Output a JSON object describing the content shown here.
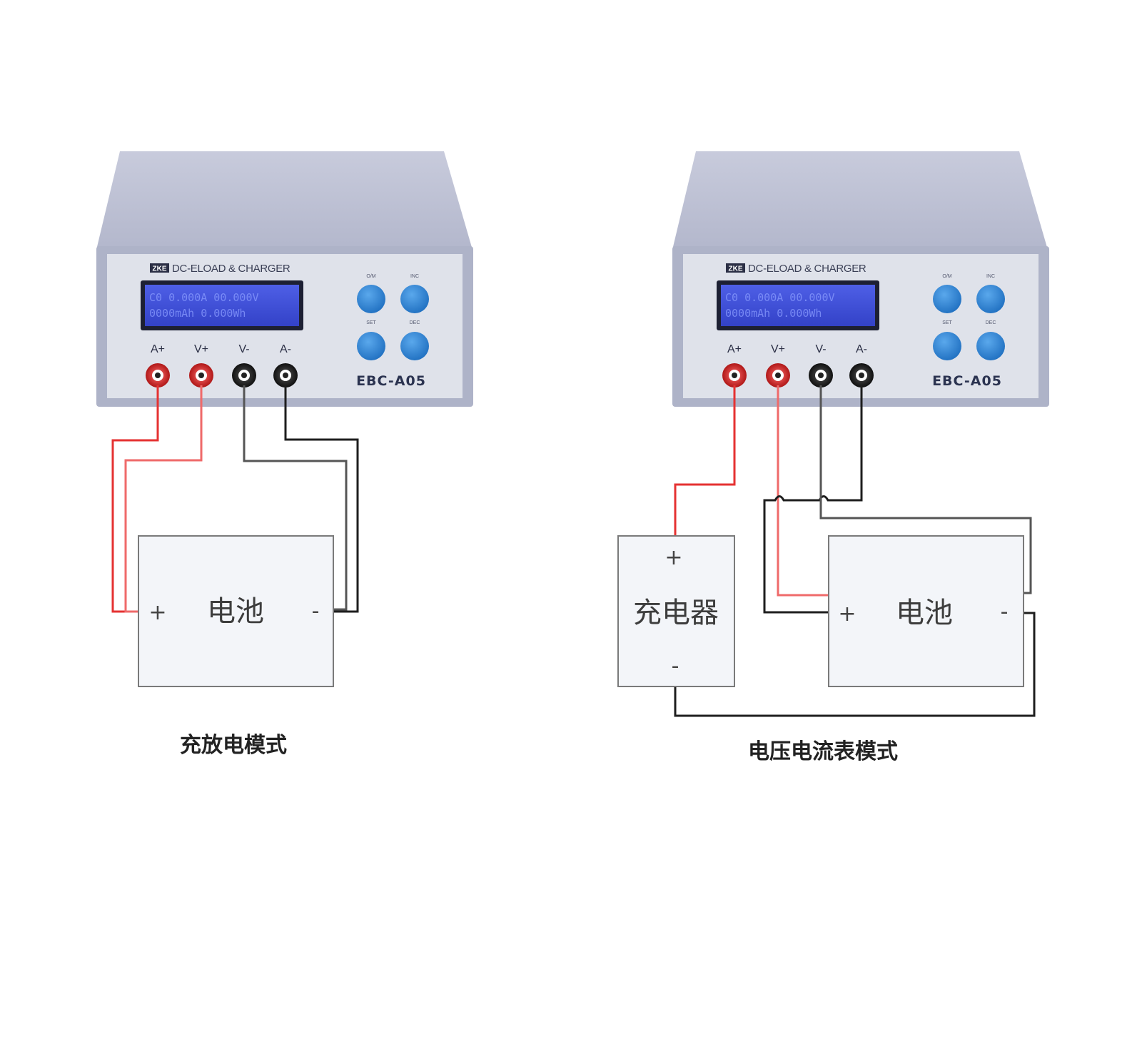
{
  "devices": [
    {
      "brand_logo": "ZKE",
      "brand": "DC-ELOAD & CHARGER",
      "lcd_line1": "C0 0.000A 00.000V",
      "lcd_line2": "0000mAh 0.000Wh",
      "terminals": [
        "A+",
        "V+",
        "V-",
        "A-"
      ],
      "buttons": [
        "O/M",
        "INC",
        "SET",
        "DEC"
      ],
      "model": "EBC-A05"
    },
    {
      "brand_logo": "ZKE",
      "brand": "DC-ELOAD & CHARGER",
      "lcd_line1": "C0 0.000A 00.000V",
      "lcd_line2": "0000mAh 0.000Wh",
      "terminals": [
        "A+",
        "V+",
        "V-",
        "A-"
      ],
      "buttons": [
        "O/M",
        "INC",
        "SET",
        "DEC"
      ],
      "model": "EBC-A05"
    }
  ],
  "left_diagram": {
    "battery": {
      "label": "电池",
      "plus": "+",
      "minus": "-"
    },
    "caption": "充放电模式"
  },
  "right_diagram": {
    "charger": {
      "label": "充电器",
      "plus": "+",
      "minus": "-"
    },
    "battery": {
      "label": "电池",
      "plus": "+",
      "minus": "-"
    },
    "caption": "电压电流表模式"
  },
  "colors": {
    "case": "#b4b9cf",
    "case_top": "#c3c7d9",
    "panel": "#dfe2ea",
    "lcd": "#3d4fd6",
    "button": "#2f86d6",
    "wire_red": "#e53232",
    "wire_black": "#1e1e1e"
  }
}
